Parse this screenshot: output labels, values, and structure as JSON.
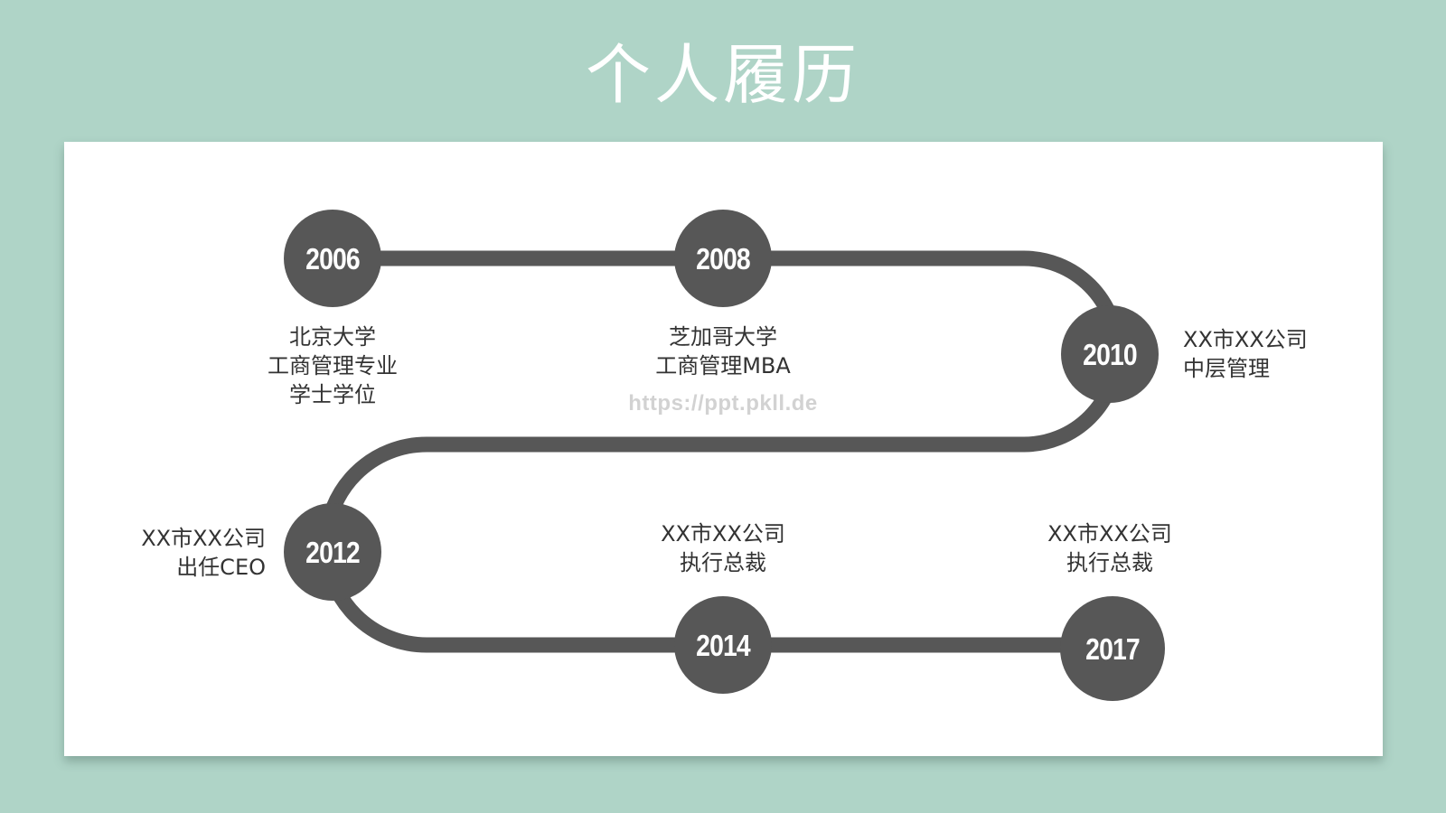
{
  "title": "个人履历",
  "watermark": "https://ppt.pkll.de",
  "colors": {
    "background": "#afd4c7",
    "card": "#ffffff",
    "node": "#575757",
    "path": "#575757",
    "text": "#333333"
  },
  "milestones": [
    {
      "year": "2006",
      "lines": [
        "北京大学",
        "工商管理专业",
        "学士学位"
      ]
    },
    {
      "year": "2008",
      "lines": [
        "芝加哥大学",
        "工商管理MBA"
      ]
    },
    {
      "year": "2010",
      "lines": [
        "XX市XX公司",
        "中层管理"
      ]
    },
    {
      "year": "2012",
      "lines": [
        "XX市XX公司",
        "出任CEO"
      ]
    },
    {
      "year": "2014",
      "lines": [
        "XX市XX公司",
        "执行总裁"
      ]
    },
    {
      "year": "2017",
      "lines": [
        "XX市XX公司",
        "执行总裁"
      ]
    }
  ]
}
